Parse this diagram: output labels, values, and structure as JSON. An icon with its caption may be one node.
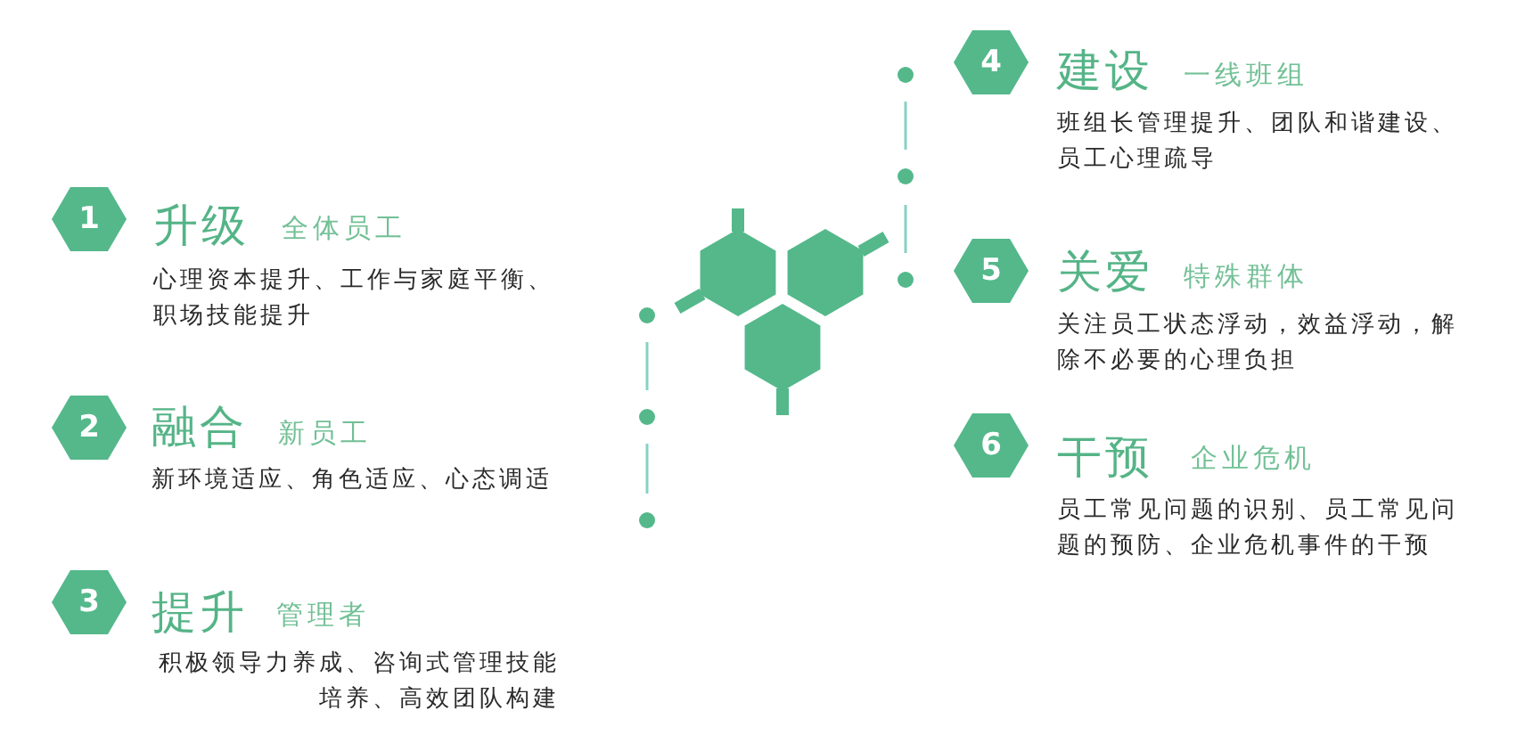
{
  "diagram": {
    "nodes": [
      {
        "text": [
          "1"
        ],
        "beside": [
          "升级",
          "全体员工",
          "心理资本提升、工作与家庭平衡、职场技能提升"
        ]
      },
      {
        "text": [
          "2"
        ],
        "beside": [
          "融合",
          "新员工",
          "新环境适应、角色适应、心态调适"
        ]
      },
      {
        "text": [
          "3"
        ],
        "beside": [
          "提升",
          "管理者",
          "积极领导力养成、咨询式管理技能培养、高效团队构建"
        ]
      },
      {
        "text": [
          "4"
        ],
        "beside": [
          "建设",
          "一线班组",
          "班组长管理提升、团队和谐建设、员工心理疏导"
        ]
      },
      {
        "text": [
          "5"
        ],
        "beside": [
          "关爱",
          "特殊群体",
          "关注员工状态浮动，效益浮动，解除不必要的心理负担"
        ]
      },
      {
        "text": [
          "6"
        ],
        "beside": [
          "干预",
          "企业危机",
          "员工常见问题的识别、员工常见问题的预防、企业危机事件的干预"
        ]
      }
    ]
  }
}
